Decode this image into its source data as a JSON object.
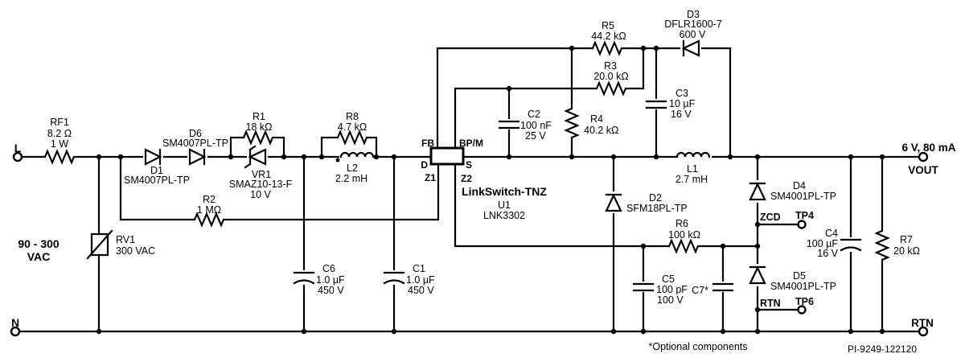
{
  "colors": {
    "ink": "#000000",
    "background": "#ffffff"
  },
  "terminals": {
    "line": "L",
    "neutral": "N",
    "input_rating_line1": "90 - 300",
    "input_rating_line2": "VAC",
    "output_rating": "6 V, 80 mA",
    "vout": "VOUT",
    "rtn": "RTN"
  },
  "ic": {
    "pin_fb": "FB",
    "pin_bpm": "BP/M",
    "pin_d": "D",
    "pin_s": "S",
    "pin_z1": "Z1",
    "pin_z2": "Z2",
    "family": "LinkSwitch-TNZ",
    "ref": "U1",
    "part": "LNK3302"
  },
  "components": {
    "rf1": {
      "ref": "RF1",
      "value": "8.2 Ω",
      "rating": "1 W"
    },
    "rv1": {
      "ref": "RV1",
      "value": "300 VAC"
    },
    "d1": {
      "ref": "D1",
      "part": "SM4007PL-TP"
    },
    "d6": {
      "ref": "D6",
      "part": "SM4007PL-TP"
    },
    "r2": {
      "ref": "R2",
      "value": "1 MΩ"
    },
    "r1": {
      "ref": "R1",
      "value": "18 kΩ"
    },
    "vr1": {
      "ref": "VR1",
      "part": "SMAZ10-13-F",
      "value": "10 V"
    },
    "r8": {
      "ref": "R8",
      "value": "4.7 kΩ"
    },
    "l2": {
      "ref": "L2",
      "value": "2.2 mH"
    },
    "c6": {
      "ref": "C6",
      "value": "1.0 µF",
      "rating": "450 V"
    },
    "c1": {
      "ref": "C1",
      "value": "1.0 µF",
      "rating": "450 V"
    },
    "r5": {
      "ref": "R5",
      "value": "44.2 kΩ"
    },
    "r3": {
      "ref": "R3",
      "value": "20.0 kΩ"
    },
    "r4": {
      "ref": "R4",
      "value": "40.2 kΩ"
    },
    "c2": {
      "ref": "C2",
      "value": "100 nF",
      "rating": "25 V"
    },
    "d3": {
      "ref": "D3",
      "part": "DFLR1600-7",
      "rating": "600 V"
    },
    "c3": {
      "ref": "C3",
      "value": "10 µF",
      "rating": "16 V"
    },
    "l1": {
      "ref": "L1",
      "value": "2.7 mH"
    },
    "d2": {
      "ref": "D2",
      "part": "SFM18PL-TP"
    },
    "r6": {
      "ref": "R6",
      "value": "100 kΩ"
    },
    "c5": {
      "ref": "C5",
      "value": "100 pF",
      "rating": "100 V"
    },
    "c7": {
      "ref": "C7*"
    },
    "d4": {
      "ref": "D4",
      "part": "SM4001PL-TP"
    },
    "d5": {
      "ref": "D5",
      "part": "SM4001PL-TP"
    },
    "c4": {
      "ref": "C4",
      "value": "100 µF",
      "rating": "16 V"
    },
    "r7": {
      "ref": "R7",
      "value": "20 kΩ"
    }
  },
  "testpoints": {
    "zcd_label": "ZCD",
    "tp4": "TP4",
    "rtn_label": "RTN",
    "tp6": "TP6"
  },
  "notes": {
    "optional": "*Optional components",
    "doc_id": "PI-9249-122120"
  }
}
